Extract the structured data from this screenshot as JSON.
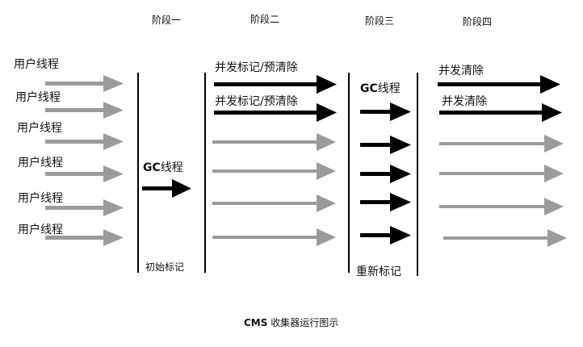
{
  "stages": [
    "阶段一",
    "阶段二",
    "阶段三",
    "阶段四"
  ],
  "labels": {
    "user_thread": "用户线程",
    "gc_thread": "GC线程",
    "gc_prefix": "GC",
    "gc_suffix": "线程",
    "concurrent_mark_clean": "并发标记/预清除",
    "concurrent_clean": "并发清除",
    "initial_mark": "初始标记",
    "remark": "重新标记"
  },
  "caption": {
    "bold": "CMS",
    "rest": " 收集器运行图示"
  },
  "colors": {
    "user_arrow": "#9b9b9b",
    "gc_arrow": "#000000",
    "divider": "#000000",
    "text": "#111111"
  }
}
